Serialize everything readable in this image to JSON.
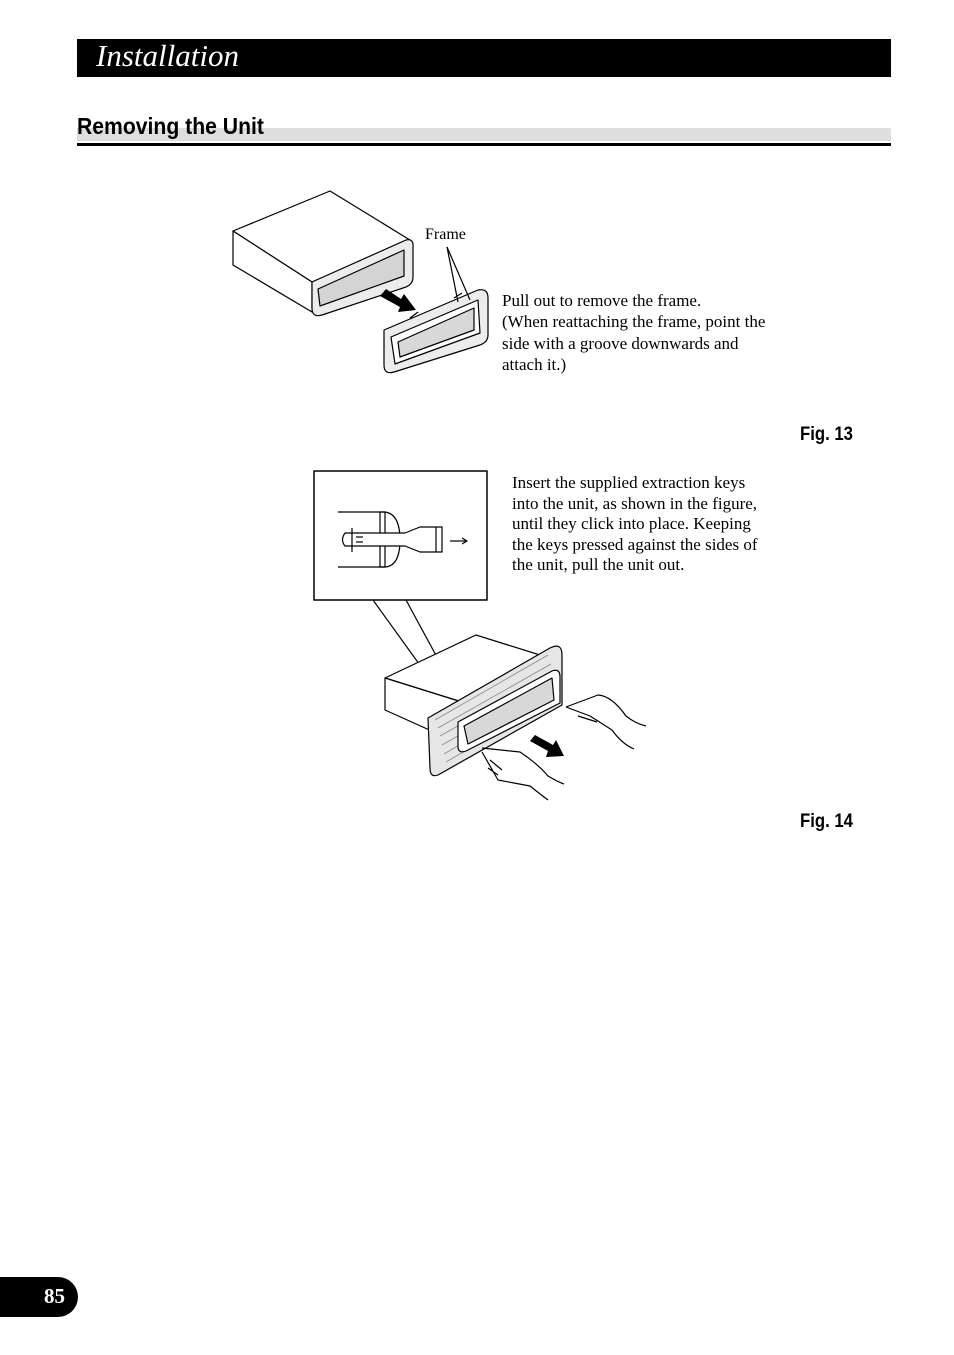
{
  "header": {
    "title": "Installation"
  },
  "section": {
    "title": "Removing the Unit"
  },
  "figure13": {
    "callout": "Frame",
    "caption_lines": [
      "Pull out to remove the frame.",
      "(When reattaching the frame, point the",
      "side with a groove downwards and",
      "attach it.)"
    ],
    "label": "Fig. 13"
  },
  "figure14": {
    "caption_lines": [
      "Insert the supplied extraction keys",
      "into the unit, as shown in the figure,",
      "until they click into place. Keeping",
      "the keys pressed against the sides of",
      "the unit, pull the unit out."
    ],
    "label": "Fig. 14"
  },
  "footer": {
    "page_number": "85"
  }
}
